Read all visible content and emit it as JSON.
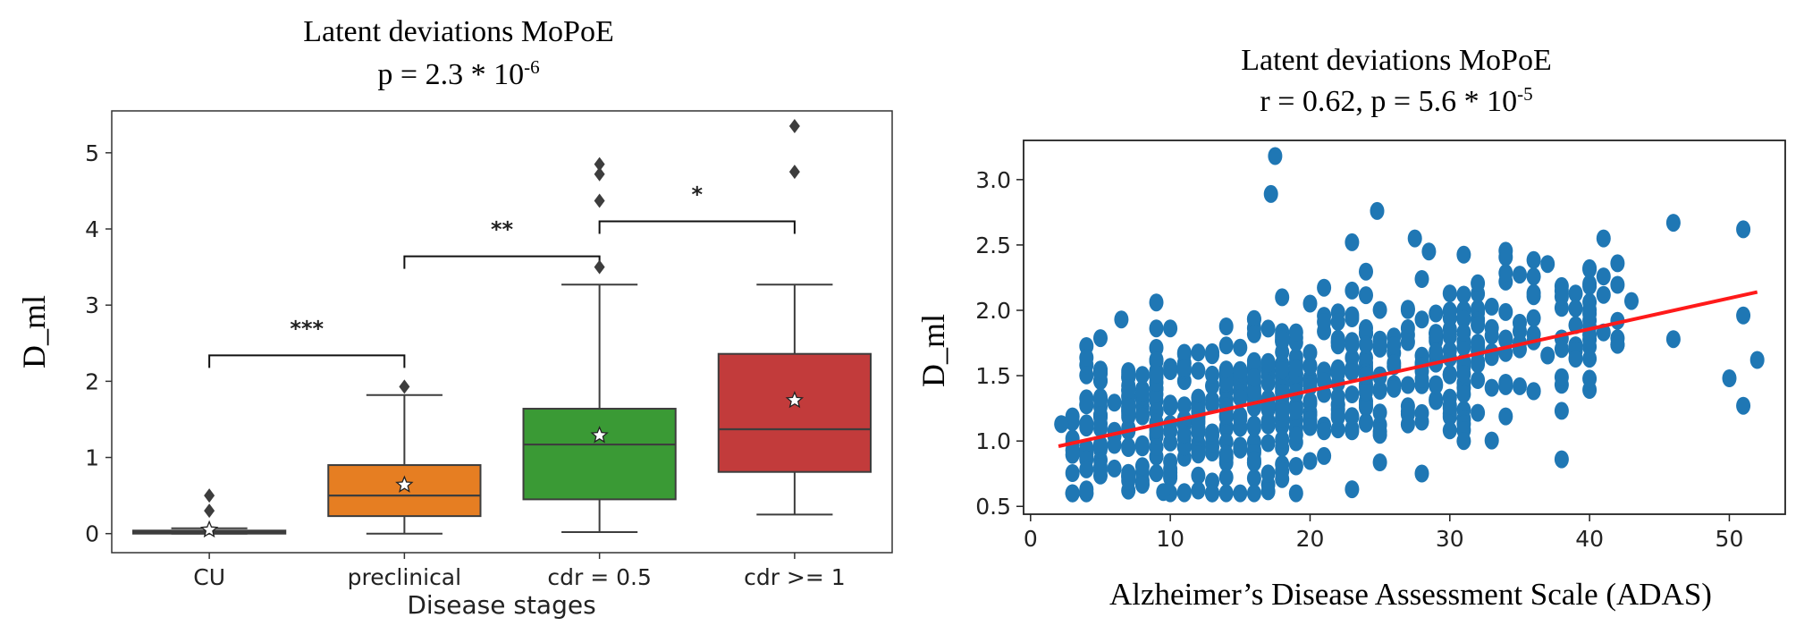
{
  "chart_data": [
    {
      "type": "box",
      "title": "Latent deviations MoPoE",
      "subtitle": "p = 2.3 * 10",
      "subtitle_exp": "-6",
      "xlabel": "Disease stages",
      "ylabel": "D_ml",
      "ylim": [
        -0.25,
        5.55
      ],
      "yticks": [
        "0",
        "1",
        "2",
        "3",
        "4",
        "5"
      ],
      "categories": [
        "CU",
        "preclinical",
        "cdr = 0.5",
        "cdr >= 1"
      ],
      "colors": [
        "#3c78b4",
        "#e67e22",
        "#3a9a35",
        "#c23b3b"
      ],
      "boxes": [
        {
          "q1": 0.0,
          "median": 0.02,
          "q3": 0.04,
          "whisker_low": 0.0,
          "whisker_high": 0.07,
          "mean": 0.05,
          "outliers": [
            0.3,
            0.5
          ]
        },
        {
          "q1": 0.23,
          "median": 0.5,
          "q3": 0.9,
          "whisker_low": 0.0,
          "whisker_high": 1.82,
          "mean": 0.64,
          "outliers": [
            1.93
          ]
        },
        {
          "q1": 0.45,
          "median": 1.17,
          "q3": 1.64,
          "whisker_low": 0.02,
          "whisker_high": 3.27,
          "mean": 1.29,
          "outliers": [
            3.5,
            4.37,
            4.72,
            4.85
          ]
        },
        {
          "q1": 0.81,
          "median": 1.37,
          "q3": 2.36,
          "whisker_low": 0.25,
          "whisker_high": 3.27,
          "mean": 1.75,
          "outliers": [
            4.75,
            5.35
          ]
        }
      ],
      "significance": [
        {
          "from": 0,
          "to": 1,
          "height": 2.34,
          "label": "***"
        },
        {
          "from": 1,
          "to": 2,
          "height": 3.64,
          "label": "**"
        },
        {
          "from": 2,
          "to": 3,
          "height": 4.1,
          "label": "*"
        }
      ]
    },
    {
      "type": "scatter",
      "title": "Latent deviations MoPoE",
      "subtitle": "r = 0.62, p = 5.6 * 10",
      "subtitle_exp": "-5",
      "xlabel": "Alzheimer’s Disease Assessment Scale (ADAS)",
      "ylabel": "D_ml",
      "xlim": [
        -0.5,
        54
      ],
      "ylim": [
        0.44,
        3.3
      ],
      "xticks": [
        "0",
        "10",
        "20",
        "30",
        "40",
        "50"
      ],
      "yticks": [
        "0.5",
        "1.0",
        "1.5",
        "2.0",
        "2.5",
        "3.0"
      ],
      "point_color": "#1f77b4",
      "regression": {
        "x": [
          2,
          52
        ],
        "y": [
          0.96,
          2.14
        ],
        "color": "#ff1a1a"
      },
      "highlighted_points": [
        {
          "x": 17.5,
          "y": 3.18
        },
        {
          "x": 17.2,
          "y": 2.89
        },
        {
          "x": 24.8,
          "y": 2.76
        },
        {
          "x": 46,
          "y": 2.67
        },
        {
          "x": 51,
          "y": 2.62
        },
        {
          "x": 27.5,
          "y": 2.55
        },
        {
          "x": 28.5,
          "y": 2.45
        },
        {
          "x": 42,
          "y": 2.36
        },
        {
          "x": 51,
          "y": 1.96
        },
        {
          "x": 52,
          "y": 1.62
        },
        {
          "x": 51,
          "y": 1.27
        },
        {
          "x": 50,
          "y": 1.48
        },
        {
          "x": 46,
          "y": 1.78
        },
        {
          "x": 38,
          "y": 0.86
        },
        {
          "x": 31,
          "y": 1.0
        },
        {
          "x": 9.5,
          "y": 0.61
        },
        {
          "x": 4,
          "y": 0.63
        },
        {
          "x": 2.2,
          "y": 1.13
        },
        {
          "x": 6.5,
          "y": 1.93
        },
        {
          "x": 9,
          "y": 2.06
        }
      ]
    }
  ]
}
